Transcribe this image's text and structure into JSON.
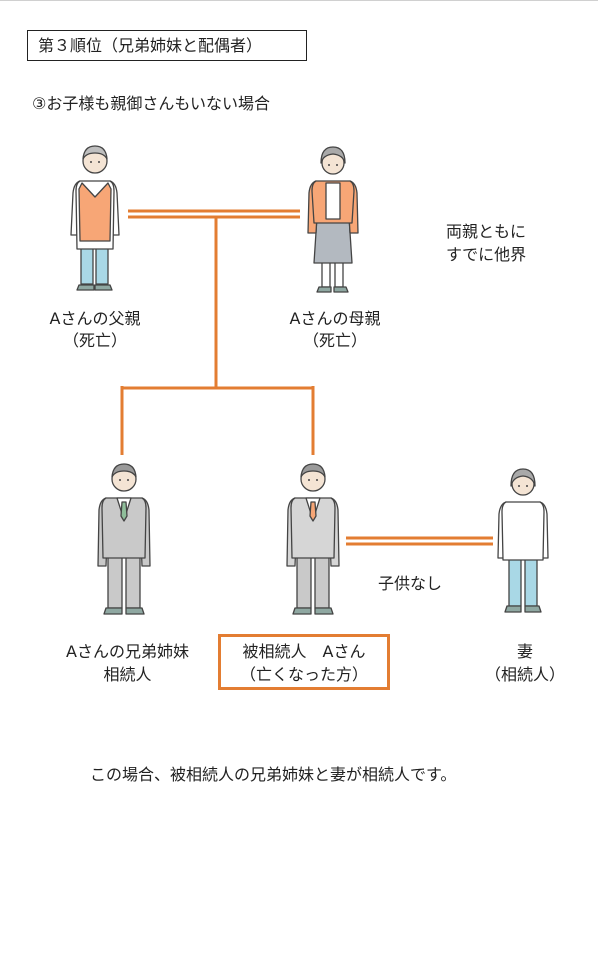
{
  "title": "第３順位（兄弟姉妹と配偶者）",
  "subtitle": "③お子様も親御さんもいない場合",
  "parents_note": [
    "両親ともに",
    "すでに他界"
  ],
  "father": {
    "label": "Aさんの父親",
    "status": "（死亡）"
  },
  "mother": {
    "label": "Aさんの母親",
    "status": "（死亡）"
  },
  "sibling": {
    "label": "Aさんの兄弟姉妹",
    "role": "相続人"
  },
  "decedent": {
    "label": "被相続人　Aさん",
    "note": "（亡くなった方）"
  },
  "spouse": {
    "label": "妻",
    "role": "（相続人）"
  },
  "no_children": "子供なし",
  "conclusion": "この場合、被相続人の兄弟姉妹と妻が相続人です。",
  "colors": {
    "line": "#E37D32",
    "vest": "#F7A676",
    "pants": "#A9D8E6",
    "suit": "#C9C9C9"
  }
}
